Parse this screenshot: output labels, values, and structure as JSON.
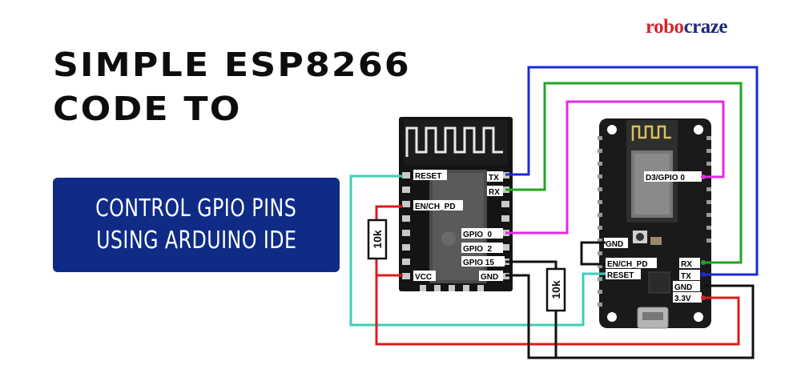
{
  "brand": {
    "logo_part1": "robo",
    "logo_part2": "craze"
  },
  "title": {
    "line1": "SIMPLE ESP8266",
    "line2": "CODE TO"
  },
  "banner": {
    "line1": "CONTROL GPIO PINS",
    "line2": "USING ARDUINO IDE"
  },
  "esp12": {
    "pins": {
      "reset": "RESET",
      "tx": "TX",
      "rx": "RX",
      "en_ch_pd": "EN/CH_PD",
      "gpio0": "GPIO  0",
      "gpio2": "GPIO  2",
      "gpio15": "GPIO 15",
      "vcc": "VCC",
      "gnd": "GND"
    }
  },
  "nodemcu": {
    "pins": {
      "d3_gpio0": "D3/GPIO 0",
      "gnd_top": "GND",
      "en_ch_pd": "EN/CH_PD",
      "reset": "RESET",
      "rx": "RX",
      "tx": "TX",
      "gnd": "GND",
      "v33": "3.3V"
    }
  },
  "resistors": {
    "left": "10k",
    "right": "10k"
  },
  "wire_colors": {
    "blue": "#1a2bd6",
    "green": "#1fa51f",
    "magenta": "#e22be0",
    "teal": "#3ecdb8",
    "red": "#e01b1b",
    "black": "#111111"
  }
}
